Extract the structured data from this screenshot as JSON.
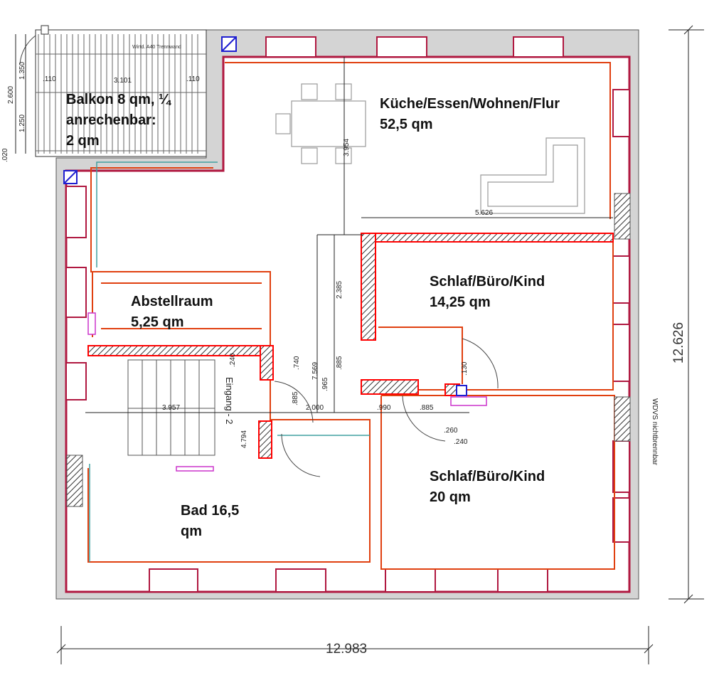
{
  "rooms": {
    "balkon": "Balkon 8 qm, ¼\nanrechenbar:\n2 qm",
    "kueche": "Küche/Essen/Wohnen/Flur\n52,5 qm",
    "abstell": "Abstellraum\n5,25 qm",
    "schlaf1": "Schlaf/Büro/Kind\n14,25 qm",
    "schlaf2": "Schlaf/Büro/Kind\n20 qm",
    "bad": "Bad 16,5\nqm"
  },
  "dims": {
    "total_width": "12.983",
    "total_height": "12.626",
    "wdvs": "WDVS nichtbrennbar",
    "eingang": "Eingang - 2",
    "d_5626": "5.626",
    "d_3954": "3.954",
    "d_2385": "2.385",
    "d_7569": "7.569",
    "d_885a": ".885",
    "d_885b": ".885",
    "d_885c": ".885",
    "d_740": ".740",
    "d_965": ".965",
    "d_2000": "2.000",
    "d_990": ".990",
    "d_260": ".260",
    "d_240a": ".240",
    "d_240b": ".240",
    "d_130": ".130",
    "d_3957": "3.957",
    "d_4794": "4.794",
    "d_1350": "1.350",
    "d_1250": "1.250",
    "d_2600": "2.600",
    "d_3101": "3.101",
    "d_110a": ".110",
    "d_110b": ".110",
    "d_020": ".020",
    "wirtd": "Wirtd. A40 Trennwand"
  },
  "colors": {
    "wall_outer": "#c8c8c8",
    "wall_accent": "#b01840",
    "wall_inner": "#e04010",
    "wall_red": "#ff0000",
    "pipe_blue": "#1f1fd0",
    "teal": "#40a0a0",
    "magenta": "#cc33cc"
  }
}
